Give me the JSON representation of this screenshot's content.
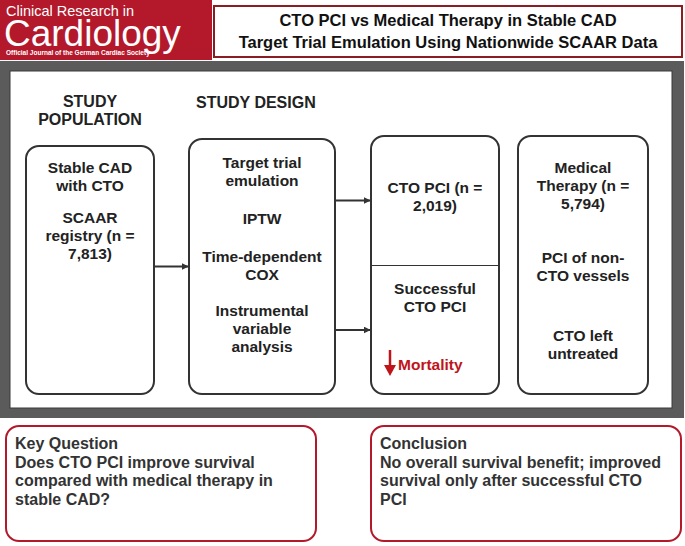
{
  "diagram": {
    "nodes": [
      {
        "text": [
          "Clinical Research in",
          "Cardiology",
          "Official Journal of the German Cardiac Society"
        ]
      },
      {
        "text": [
          "CTO PCI vs Medical Therapy in Stable CAD",
          "Target Trial Emulation Using Nationwide SCAAR Data"
        ]
      },
      {
        "text": [
          "STUDY POPULATION",
          "Stable CAD with CTO",
          "SCAAR registry (n = 7,813)"
        ]
      },
      {
        "text": [
          "STUDY DESIGN",
          "Target trial emulation",
          "IPTW",
          "Time-dependent COX",
          "Instrumental variable analysis"
        ]
      },
      {
        "text": [
          "CTO PCI (n = 2,019)"
        ]
      },
      {
        "text": [
          "Successful CTO PCI",
          "Mortality"
        ]
      },
      {
        "text": [
          "Medical Therapy (n = 5,794)",
          "PCI of non-CTO vessels",
          "CTO left untreated"
        ]
      },
      {
        "text": [
          "Key Question",
          "Does CTO PCI improve survival compared with medical therapy in stable CAD?"
        ]
      },
      {
        "text": [
          "Conclusion",
          "No overall survival benefit; improved survival only after successful CTO PCI"
        ]
      }
    ],
    "edges": [
      {
        "from": 2,
        "to": 3,
        "arrow": "to"
      },
      {
        "from": 3,
        "to": 4,
        "arrow": "to"
      },
      {
        "from": 3,
        "to": 5,
        "arrow": "to"
      }
    ]
  }
}
